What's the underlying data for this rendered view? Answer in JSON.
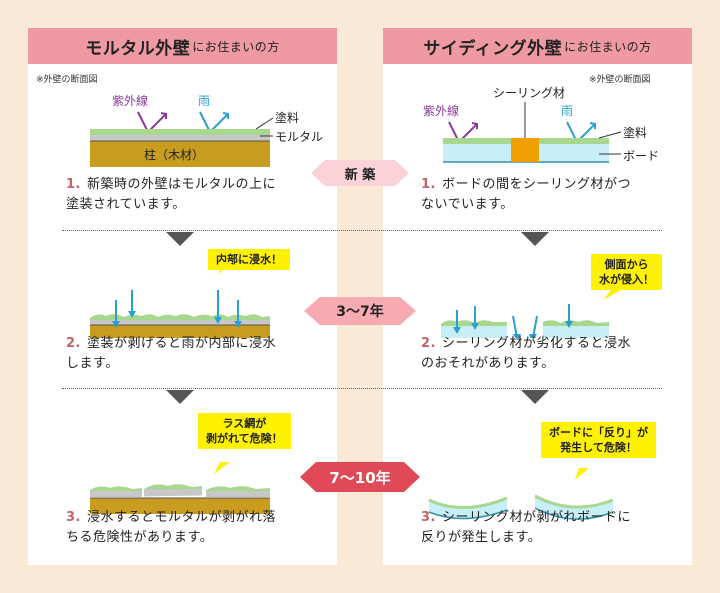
{
  "left": {
    "title": "モルタル外壁",
    "title_suffix": "にお住まいの方",
    "note": "※外壁の断面図",
    "uv": "紫外線",
    "rain": "雨",
    "layer_paint": "塗料",
    "layer_mortar": "モルタル",
    "pillar": "柱（木材）",
    "steps": [
      {
        "num": "1.",
        "line1": "新築時の外壁はモルタルの上に",
        "line2": "塗装されています。"
      },
      {
        "num": "2.",
        "line1": "塗装が剥げると雨が内部に浸水",
        "line2": "します。"
      },
      {
        "num": "3.",
        "line1": "浸水するとモルタルが剥がれ落",
        "line2": "ちる危険性があります。"
      }
    ],
    "callouts": [
      "内部に浸水！",
      "ラス網が",
      "剥がれて危険！"
    ]
  },
  "right": {
    "title": "サイディング外壁",
    "title_suffix": "にお住まいの方",
    "note": "※外壁の断面図",
    "uv": "紫外線",
    "rain": "雨",
    "sealing": "シーリング材",
    "layer_paint": "塗料",
    "layer_board": "ボード",
    "steps": [
      {
        "num": "1.",
        "line1": "ボードの間をシーリング材がつ",
        "line2": "ないでいます。"
      },
      {
        "num": "2.",
        "line1": "シーリング材が劣化すると浸水",
        "line2": "のおそれがあります。"
      },
      {
        "num": "3.",
        "line1": "シーリング材が剥がれボードに",
        "line2": "反りが発生します。"
      }
    ],
    "callouts": [
      "側面から",
      "水が侵入！",
      "ボードに「反り」が",
      "発生して危険！"
    ]
  },
  "stages": {
    "new": "新 築",
    "mid": "3〜7年",
    "late": "7〜10年"
  },
  "colors": {
    "header": "#ef9aa2",
    "pillar": "#c89c1e",
    "board": "#c8eef8",
    "sealing": "#f0a000",
    "callout": "#fff200",
    "badge_late": "#e04a58"
  }
}
